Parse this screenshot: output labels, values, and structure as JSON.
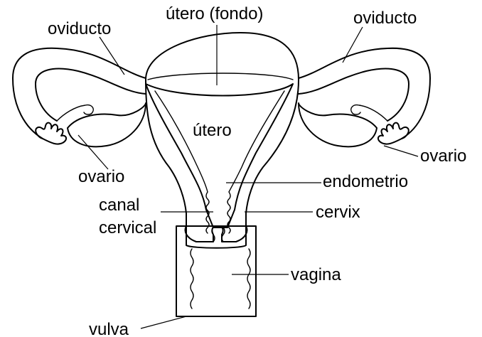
{
  "labels": {
    "utero_fondo": "útero (fondo)",
    "oviducto_left": "oviducto",
    "oviducto_right": "oviducto",
    "utero": "útero",
    "ovario_left": "ovario",
    "ovario_right": "ovario",
    "endometrio": "endometrio",
    "canal_line1": "canal",
    "canal_line2": "cervical",
    "cervix": "cervix",
    "vagina": "vagina",
    "vulva": "vulva"
  }
}
